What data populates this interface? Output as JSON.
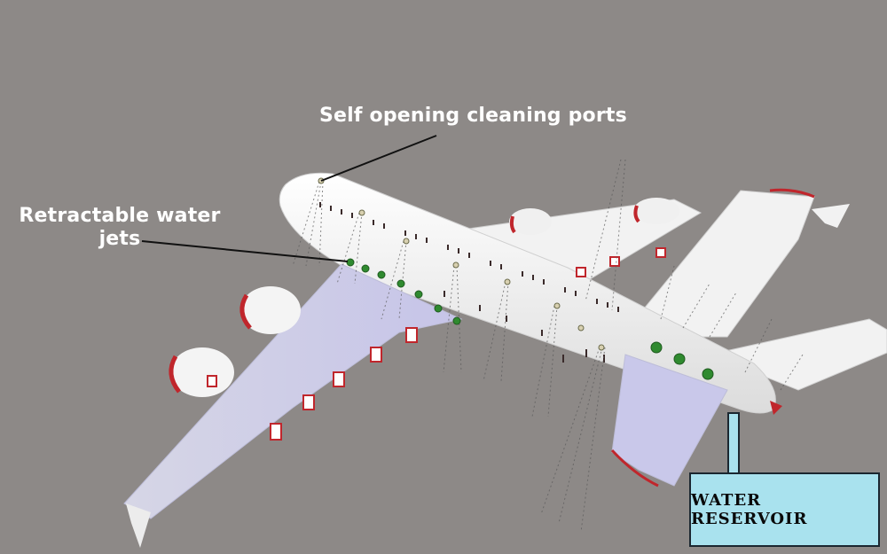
{
  "labels": {
    "ports": "Self opening cleaning ports",
    "jets_line1": "Retractable water",
    "jets_line2": "jets",
    "reservoir": "WATER RESERVOIR"
  },
  "colors": {
    "background": "#8d8987",
    "airplane_body": "#f4f4f4",
    "engine_rim": "#c0262c",
    "water_film": "#c9c8ea",
    "reservoir_fill": "#a9e2ee",
    "jet_nozzle": "#2f8a2f"
  }
}
